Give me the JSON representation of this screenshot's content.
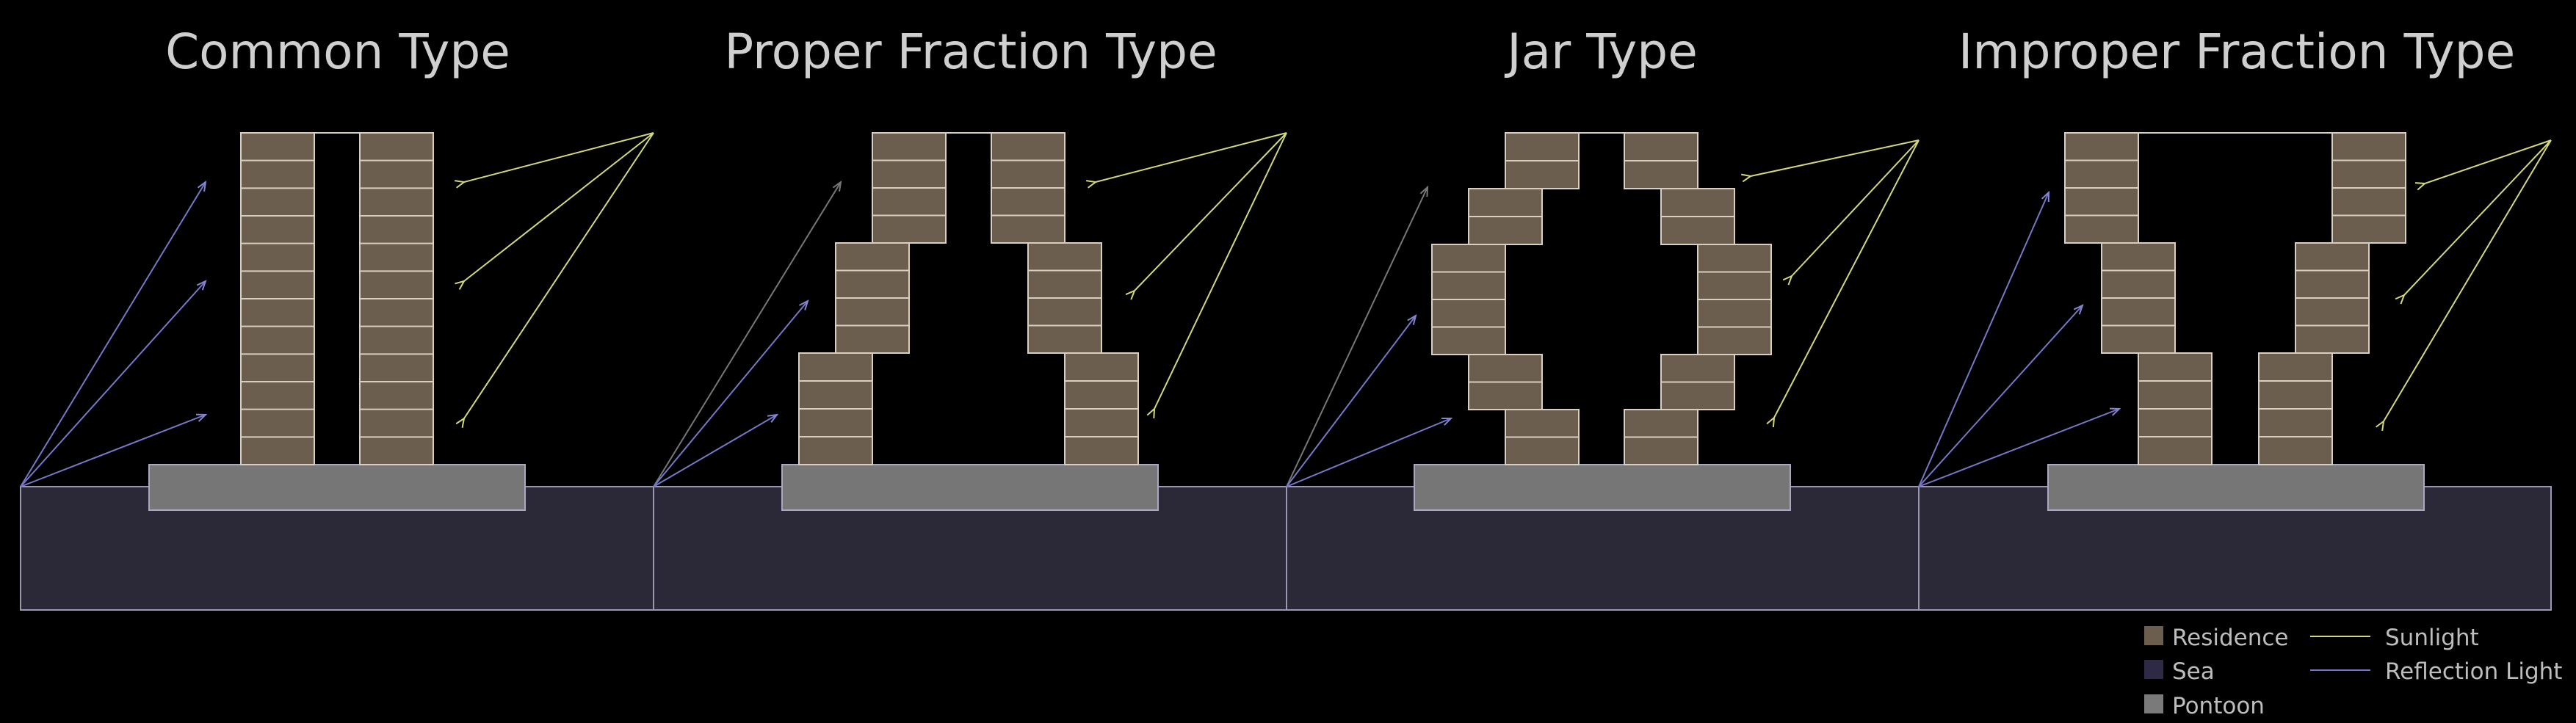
{
  "panels": [
    {
      "title": "Common Type"
    },
    {
      "title": "Proper Fraction Type"
    },
    {
      "title": "Jar Type"
    },
    {
      "title": "Improper Fraction Type"
    }
  ],
  "legend": {
    "residence": "Residence",
    "sea": "Sea",
    "pontoon": "Pontoon",
    "sunlight": "Sunlight",
    "reflection": "Reflection Light"
  },
  "colors": {
    "background": "#000000",
    "residence": "#6b5e4f",
    "residence_line": "#d9cfc0",
    "sea": "#2e2a3e",
    "sea_outline": "#9a97b0",
    "pontoon": "#7a7a7a",
    "pontoon_outline": "#a8a8c0",
    "sunlight": "#d4d87a",
    "reflection": "#7777c8",
    "text": "#cfcfcf"
  }
}
